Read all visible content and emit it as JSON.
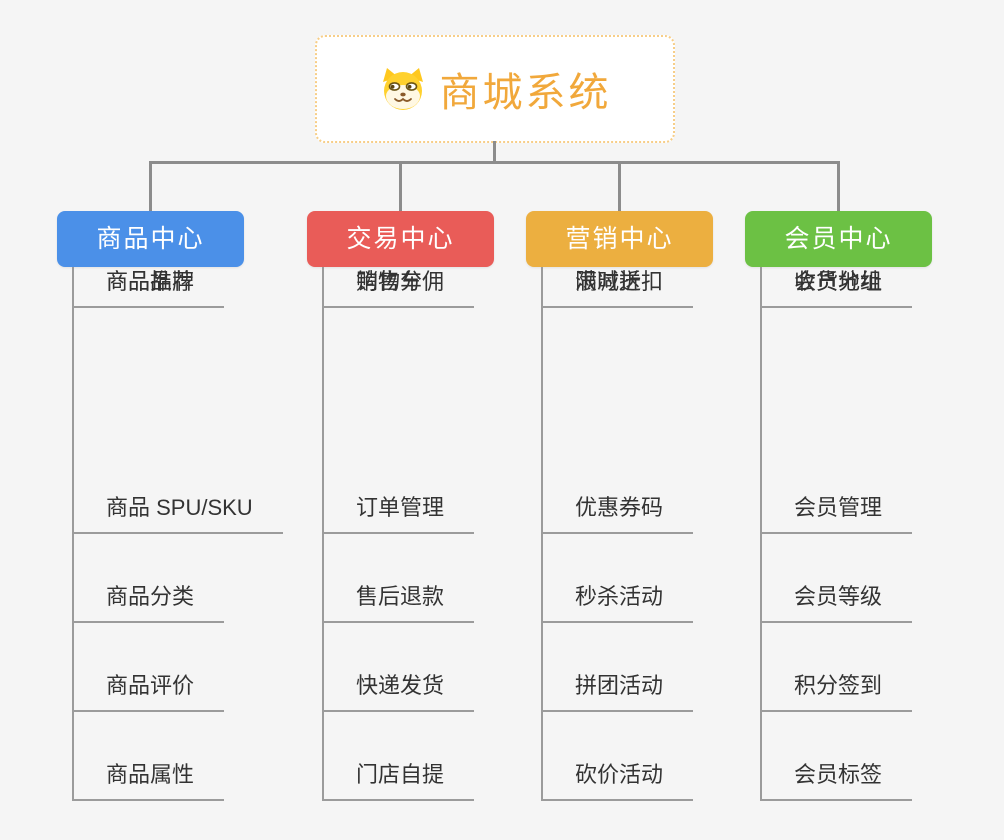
{
  "root": {
    "title": "商城系统",
    "icon": "dog-face-icon",
    "accent_color": "#F1A83B",
    "border_color": "#F7CE88"
  },
  "theme": {
    "background": "#F5F5F5",
    "connector_color": "#8C8C8C",
    "underline_color": "#9B9B9B",
    "leaf_text_color": "#333333",
    "header_text_color": "#FFFFFF"
  },
  "branches": [
    {
      "label": "商品中心",
      "color": "#4B90E8",
      "children": [
        "商品 SPU/SKU",
        "商品分类",
        "商品评价",
        "商品属性",
        "商品推荐",
        "商品品牌"
      ]
    },
    {
      "label": "交易中心",
      "color": "#E95C58",
      "children": [
        "订单管理",
        "售后退款",
        "快递发货",
        "门店自提",
        "购物车",
        "销售分佣"
      ]
    },
    {
      "label": "营销中心",
      "color": "#ECAF40",
      "children": [
        "优惠券码",
        "秒杀活动",
        "拼团活动",
        "砍价活动",
        "限时折扣",
        "满减送"
      ]
    },
    {
      "label": "会员中心",
      "color": "#6CC144",
      "children": [
        "会员管理",
        "会员等级",
        "积分签到",
        "会员标签",
        "会员分组",
        "收货地址"
      ]
    }
  ]
}
